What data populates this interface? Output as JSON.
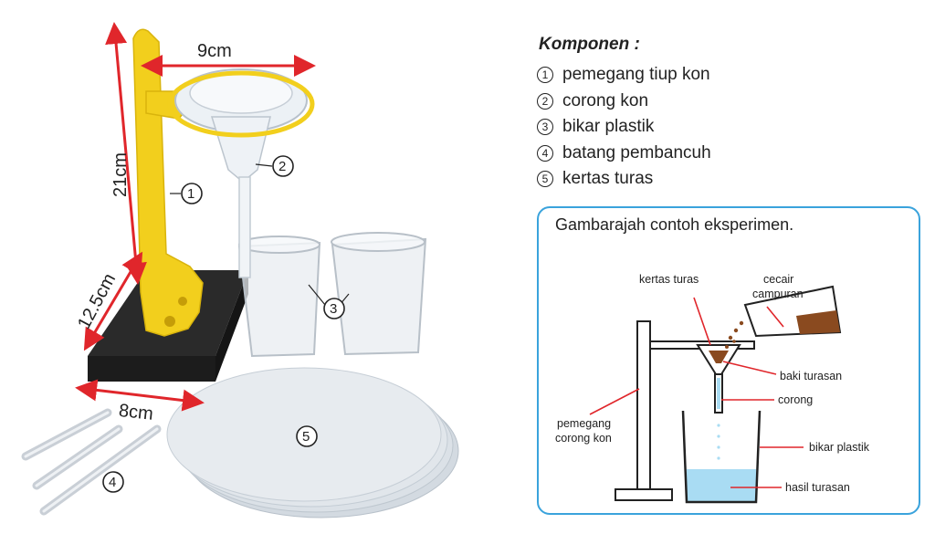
{
  "dimensions": {
    "width": "9cm",
    "height": "21cm",
    "depth": "12.5cm",
    "base": "8cm"
  },
  "callouts": {
    "n1": "1",
    "n2": "2",
    "n3": "3",
    "n4": "4",
    "n5": "5"
  },
  "components": {
    "title": "Komponen :",
    "items": [
      {
        "num": "1",
        "label": "pemegang tiup kon"
      },
      {
        "num": "2",
        "label": "corong kon"
      },
      {
        "num": "3",
        "label": "bikar plastik"
      },
      {
        "num": "4",
        "label": "batang pembancuh"
      },
      {
        "num": "5",
        "label": "kertas turas"
      }
    ]
  },
  "experiment": {
    "title": "Gambarajah contoh eksperimen.",
    "labels": {
      "kertas_turas": "kertas turas",
      "cecair_1": "cecair",
      "cecair_2": "campuran",
      "baki": "baki turasan",
      "corong": "corong",
      "pemegang_1": "pemegang",
      "pemegang_2": "corong kon",
      "bikar": "bikar plastik",
      "hasil": "hasil turasan"
    }
  },
  "colors": {
    "stand_yellow": "#f2cf1d",
    "base_black": "#2a2a2a",
    "dimension_red": "#e0262b",
    "box_blue": "#3aa3dc",
    "filtrate_blue": "#a9dcf3",
    "residue_brown": "#8a4a1f"
  }
}
